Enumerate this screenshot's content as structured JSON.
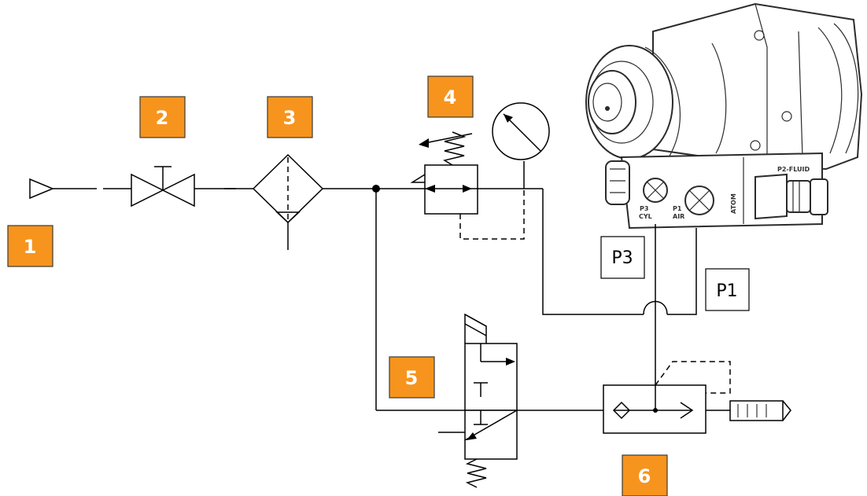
{
  "colors": {
    "callout_fill": "#F7941D",
    "callout_text": "#FFFFFF",
    "line": "#000000",
    "background": "#FFFFFF"
  },
  "callouts": [
    {
      "id": "1",
      "label": "1",
      "component": "air-supply-inlet"
    },
    {
      "id": "2",
      "label": "2",
      "component": "shut-off-valve"
    },
    {
      "id": "3",
      "label": "3",
      "component": "filter"
    },
    {
      "id": "4",
      "label": "4",
      "component": "pressure-regulator-with-gauge"
    },
    {
      "id": "5",
      "label": "5",
      "component": "solenoid-valve"
    },
    {
      "id": "6",
      "label": "6",
      "component": "shuttle-valve-with-silencer"
    }
  ],
  "ports": [
    {
      "id": "P3",
      "label": "P3"
    },
    {
      "id": "P1",
      "label": "P1"
    }
  ],
  "gun_labels": {
    "p3_port": [
      "P3",
      "CYL"
    ],
    "p1_port": [
      "P1",
      "AIR"
    ],
    "brand": "ATOM",
    "fluid_port": "P2-FLUID"
  }
}
